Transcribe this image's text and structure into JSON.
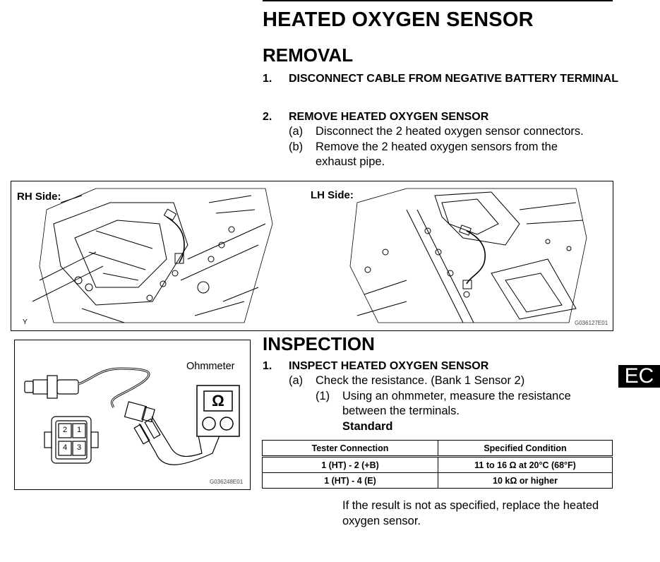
{
  "title": "HEATED OXYGEN SENSOR",
  "removal": {
    "heading": "REMOVAL",
    "steps": [
      {
        "num": "1.",
        "text": "DISCONNECT CABLE FROM NEGATIVE BATTERY TERMINAL"
      },
      {
        "num": "2.",
        "text": "REMOVE HEATED OXYGEN SENSOR",
        "subs": [
          {
            "label": "(a)",
            "text": "Disconnect the 2 heated oxygen sensor connectors."
          },
          {
            "label": "(b)",
            "text": "Remove the 2 heated oxygen sensors from the exhaust pipe."
          }
        ]
      }
    ]
  },
  "figure1": {
    "rh_label": "RH Side:",
    "lh_label": "LH Side:",
    "corner_mark": "Y",
    "code": "G036127E01"
  },
  "figure2": {
    "ohmmeter_label": "Ohmmeter",
    "omega_symbol": "Ω",
    "pins": [
      "2",
      "1",
      "4",
      "3"
    ],
    "code": "G036248E01"
  },
  "inspection": {
    "heading": "INSPECTION",
    "step_num": "1.",
    "step_text": "INSPECT HEATED OXYGEN SENSOR",
    "sub_label": "(a)",
    "sub_text": "Check the resistance. (Bank 1 Sensor 2)",
    "item_label": "(1)",
    "item_text": "Using an ohmmeter, measure the resistance between the terminals.",
    "standard_label": "Standard",
    "table": {
      "headers": [
        "Tester Connection",
        "Specified Condition"
      ],
      "rows": [
        [
          "1 (HT) - 2 (+B)",
          "11 to 16 Ω at 20°C (68°F)"
        ],
        [
          "1 (HT) - 4 (E)",
          "10 kΩ or higher"
        ]
      ]
    },
    "result_text": "If the result is not as specified, replace the heated oxygen sensor."
  },
  "tab_label": "EC"
}
